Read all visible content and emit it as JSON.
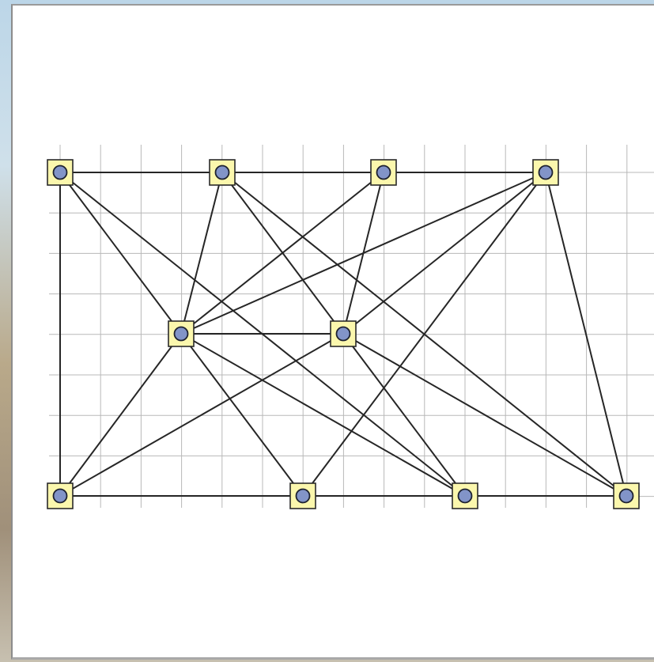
{
  "colors": {
    "canvas_background": "#ffffff",
    "grid": "#b8b8b8",
    "edge": "#262626",
    "node_fill": "#8294c8",
    "node_handle": "#fbf7ad"
  },
  "graph": {
    "nodes": [
      {
        "id": "n1"
      },
      {
        "id": "n2"
      },
      {
        "id": "n3"
      },
      {
        "id": "n4"
      },
      {
        "id": "n5"
      },
      {
        "id": "n6"
      },
      {
        "id": "n7"
      },
      {
        "id": "n8"
      },
      {
        "id": "n9"
      },
      {
        "id": "n10"
      }
    ],
    "edges": [
      [
        "n1",
        "n2"
      ],
      [
        "n2",
        "n3"
      ],
      [
        "n3",
        "n4"
      ],
      [
        "n1",
        "n7"
      ],
      [
        "n7",
        "n8"
      ],
      [
        "n8",
        "n9"
      ],
      [
        "n9",
        "n10"
      ],
      [
        "n5",
        "n6"
      ],
      [
        "n1",
        "n5"
      ],
      [
        "n1",
        "n9"
      ],
      [
        "n2",
        "n5"
      ],
      [
        "n2",
        "n6"
      ],
      [
        "n2",
        "n10"
      ],
      [
        "n3",
        "n5"
      ],
      [
        "n3",
        "n6"
      ],
      [
        "n4",
        "n5"
      ],
      [
        "n4",
        "n6"
      ],
      [
        "n4",
        "n8"
      ],
      [
        "n4",
        "n10"
      ],
      [
        "n5",
        "n7"
      ],
      [
        "n5",
        "n8"
      ],
      [
        "n5",
        "n9"
      ],
      [
        "n6",
        "n7"
      ],
      [
        "n6",
        "n9"
      ],
      [
        "n6",
        "n10"
      ]
    ]
  }
}
